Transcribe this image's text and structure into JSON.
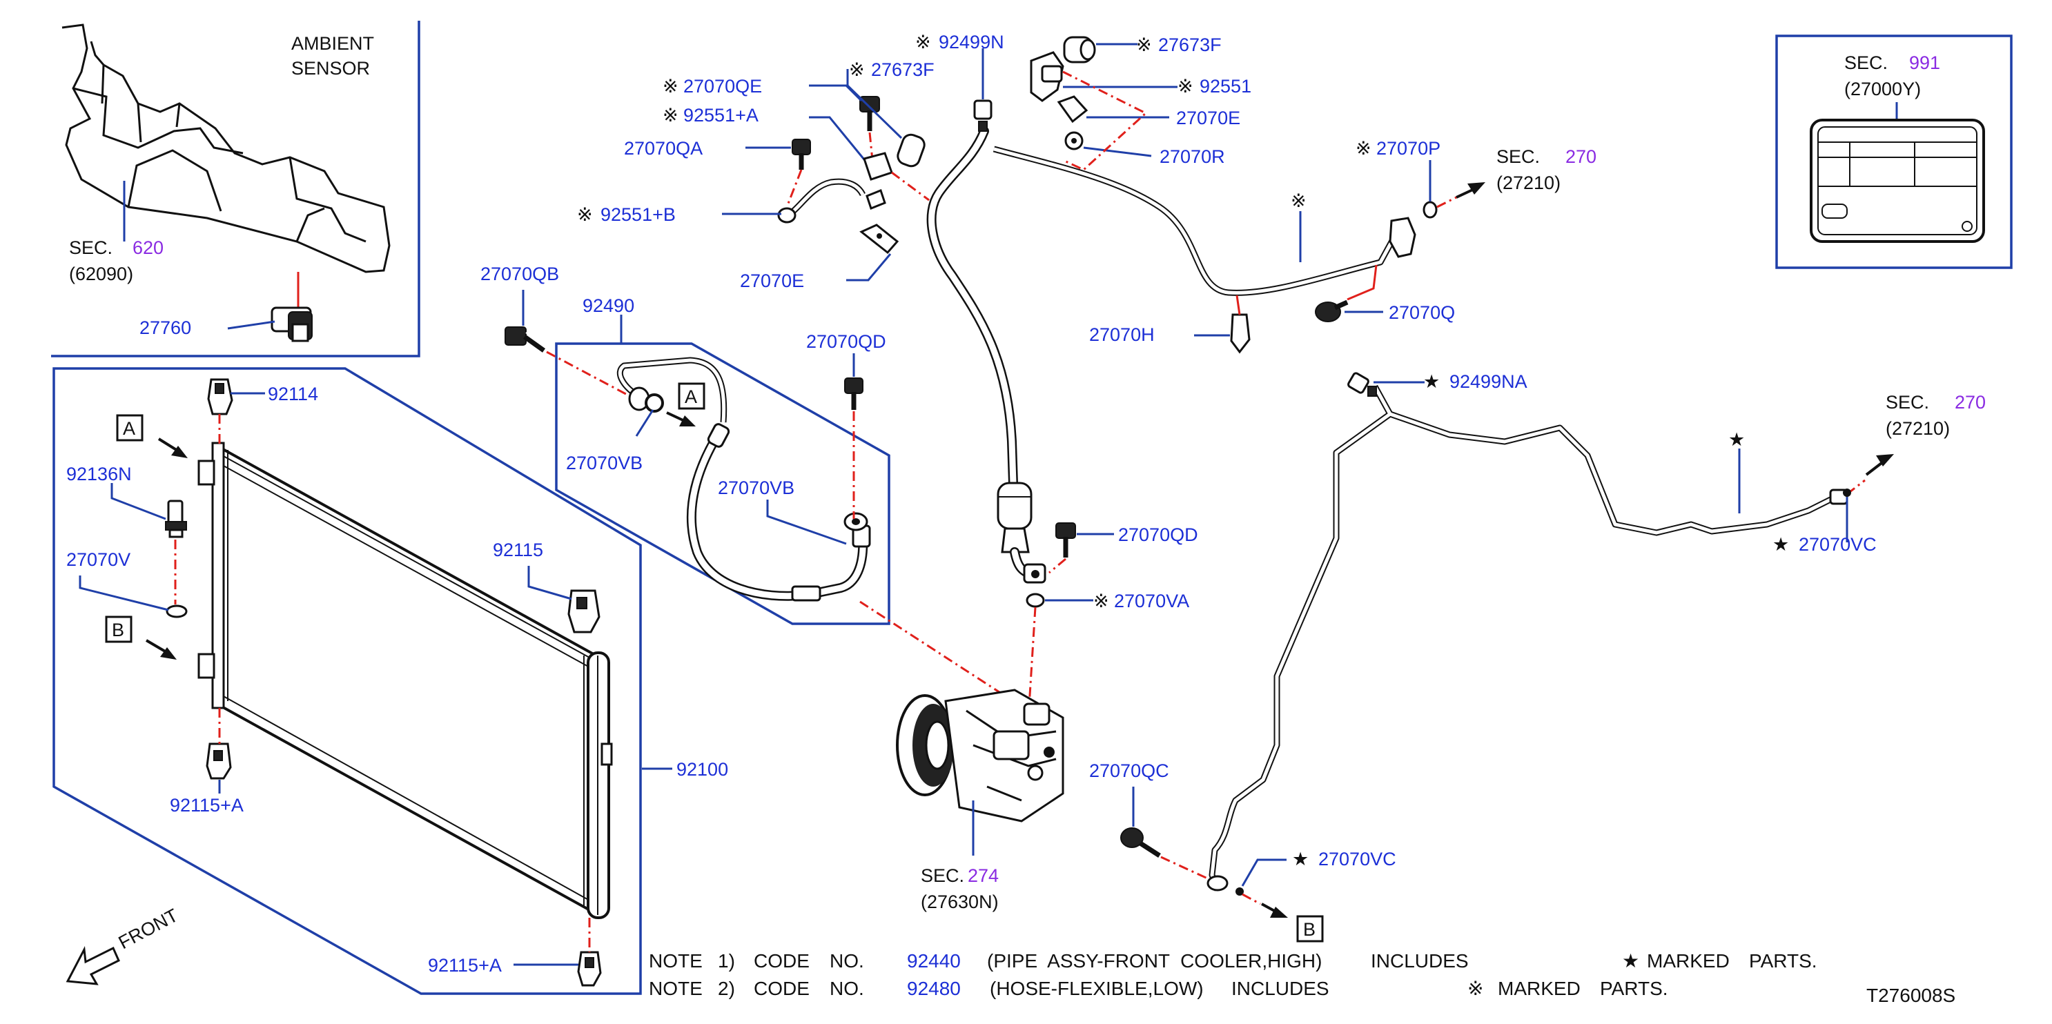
{
  "labels": {
    "ambient_sensor_1": "AMBIENT",
    "ambient_sensor_2": "SENSOR",
    "sec_620_prefix": "SEC.",
    "sec_620_num": "620",
    "sec_620_sub": "(62090)",
    "p27760": "27760",
    "p92114": "92114",
    "p92136N": "92136N",
    "p27070V": "27070V",
    "p92115": "92115",
    "p92115A_1": "92115+A",
    "p92115A_2": "92115+A",
    "p92100": "92100",
    "p27070QB": "27070QB",
    "p92490": "92490",
    "p27070VB_1": "27070VB",
    "p27070VB_2": "27070VB",
    "p27070QD_1": "27070QD",
    "p27070QD_2": "27070QD",
    "p27070QE": "27070QE",
    "p92551A": "92551+A",
    "p27070QA": "27070QA",
    "p92551B": "92551+B",
    "p27673F_1": "27673F",
    "p27673F_2": "27673F",
    "p27070E_1": "27070E",
    "p27070E_2": "27070E",
    "p92499N": "92499N",
    "p92551": "92551",
    "p27070R": "27070R",
    "p27070P": "27070P",
    "p27070Q": "27070Q",
    "p27070H": "27070H",
    "p27070VA": "27070VA",
    "p27070QC": "27070QC",
    "p27070VC_1": "27070VC",
    "p27070VC_2": "27070VC",
    "p92499NA": "92499NA",
    "sec_270a_prefix": "SEC.",
    "sec_270a_num": "270",
    "sec_270a_sub": "(27210)",
    "sec_270b_prefix": "SEC.",
    "sec_270b_num": "270",
    "sec_270b_sub": "(27210)",
    "sec_274_prefix": "SEC.",
    "sec_274_num": "274",
    "sec_274_sub": "(27630N)",
    "sec_991_prefix": "SEC.",
    "sec_991_num": "991",
    "sec_991_sub": "(27000Y)",
    "front": "FRONT",
    "box_a_1": "A",
    "box_a_2": "A",
    "box_b_1": "B",
    "box_b_2": "B",
    "kome_mark": "※",
    "star_mark": "★"
  },
  "notes": {
    "note1": {
      "word_note": "NOTE",
      "index": "1)",
      "word_code": "CODE",
      "word_no": "NO.",
      "code": "92440",
      "desc": "(PIPE  ASSY-FRONT  COOLER,HIGH)",
      "includes": "INCLUDES",
      "marker": "★",
      "marked": "MARKED",
      "parts": "PARTS."
    },
    "note2": {
      "word_note": "NOTE",
      "index": "2)",
      "word_code": "CODE",
      "word_no": "NO.",
      "code": "92480",
      "desc": "(HOSE-FLEXIBLE,LOW)",
      "includes": "INCLUDES",
      "marker": "※",
      "marked": "MARKED",
      "parts": "PARTS."
    }
  },
  "diagram_id": "T276008S",
  "colors": {
    "label_blue": "#1c2fd6",
    "section_purple": "#8a2be2",
    "leader_blue": "#1f3fa8",
    "centerline_red": "#e0201b"
  }
}
